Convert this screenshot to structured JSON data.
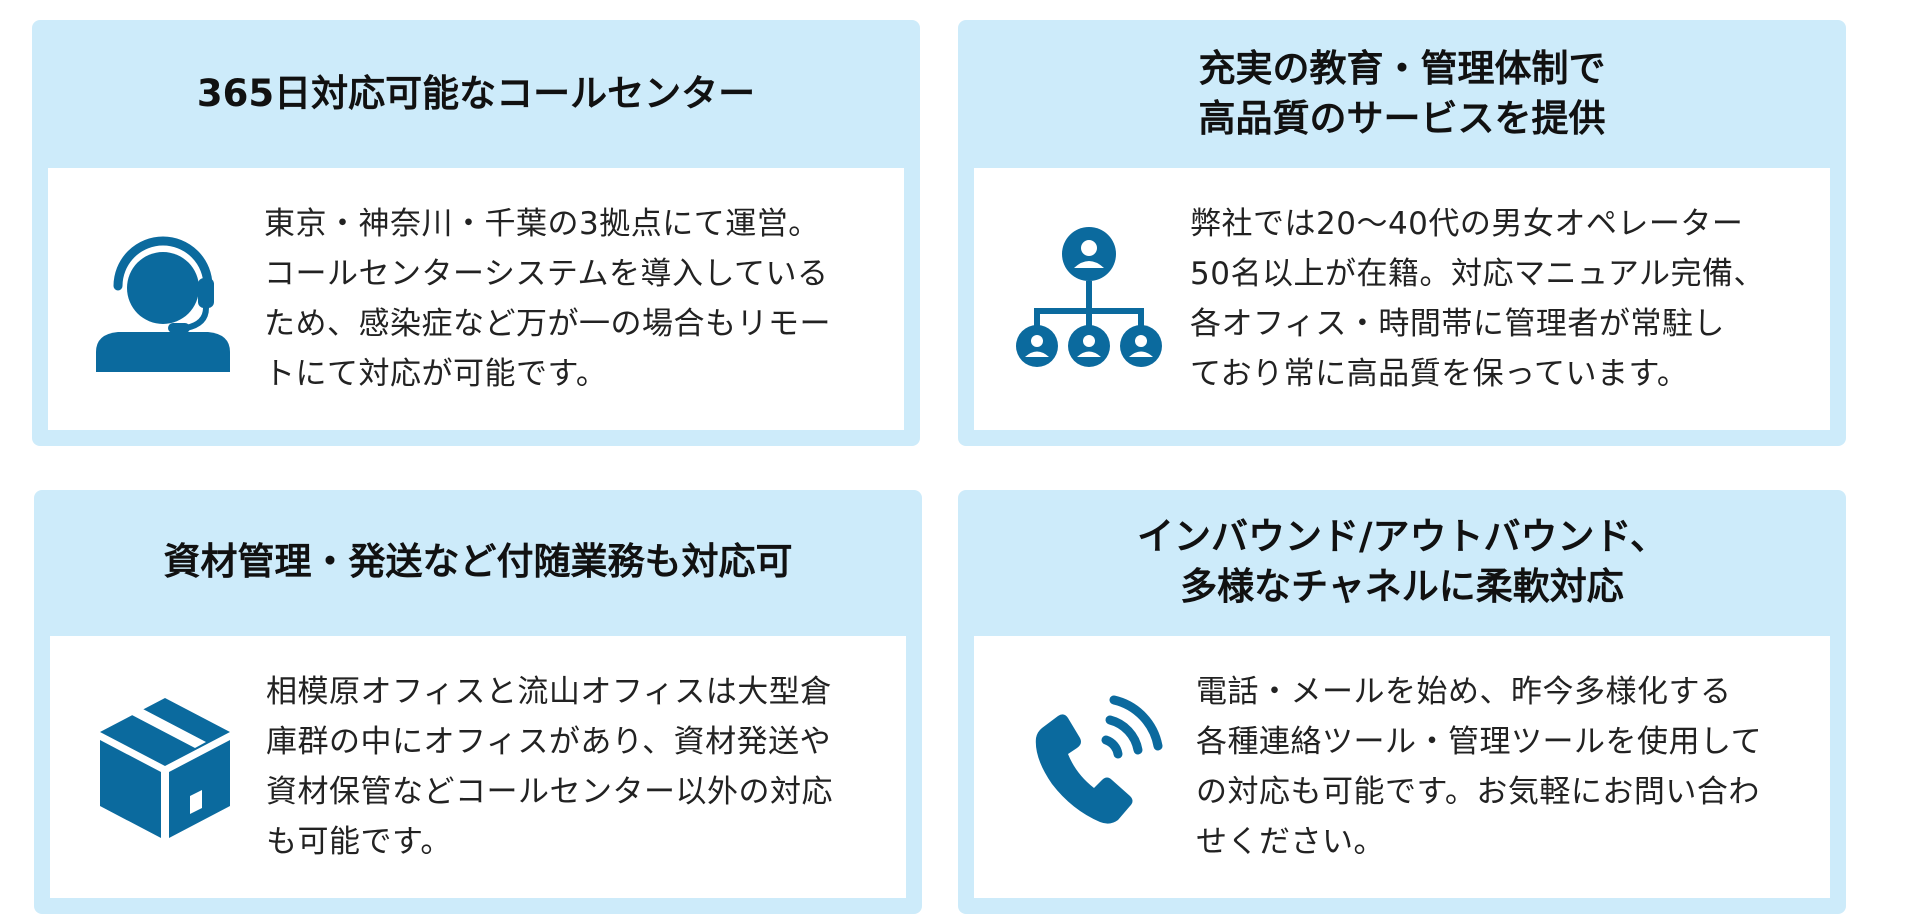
{
  "colors": {
    "card_background": "#cdebfa",
    "body_background": "#ffffff",
    "icon": "#0b6a9e",
    "text": "#222222"
  },
  "cards": [
    {
      "icon": "headset-operator-icon",
      "title": [
        "365日対応可能なコールセンター"
      ],
      "description": [
        "東京・神奈川・千葉の3拠点にて運営。",
        "コールセンターシステムを導入している",
        "ため、感染症など万が一の場合もリモー",
        "トにて対応が可能です。"
      ]
    },
    {
      "icon": "org-chart-icon",
      "title": [
        "充実の教育・管理体制で",
        "高品質のサービスを提供"
      ],
      "description": [
        "弊社では20～40代の男女オペレーター",
        "50名以上が在籍。対応マニュアル完備、",
        "各オフィス・時間帯に管理者が常駐し",
        "ており常に高品質を保っています。"
      ]
    },
    {
      "icon": "package-box-icon",
      "title": [
        "資材管理・発送など付随業務も対応可"
      ],
      "description": [
        "相模原オフィスと流山オフィスは大型倉",
        "庫群の中にオフィスがあり、資材発送や",
        "資材保管などコールセンター以外の対応",
        "も可能です。"
      ]
    },
    {
      "icon": "phone-call-icon",
      "title": [
        "インバウンド/アウトバウンド、",
        "多様なチャネルに柔軟対応"
      ],
      "description": [
        "電話・メールを始め、昨今多様化する",
        "各種連絡ツール・管理ツールを使用して",
        "の対応も可能です。お気軽にお問い合わ",
        "せください。"
      ]
    }
  ]
}
